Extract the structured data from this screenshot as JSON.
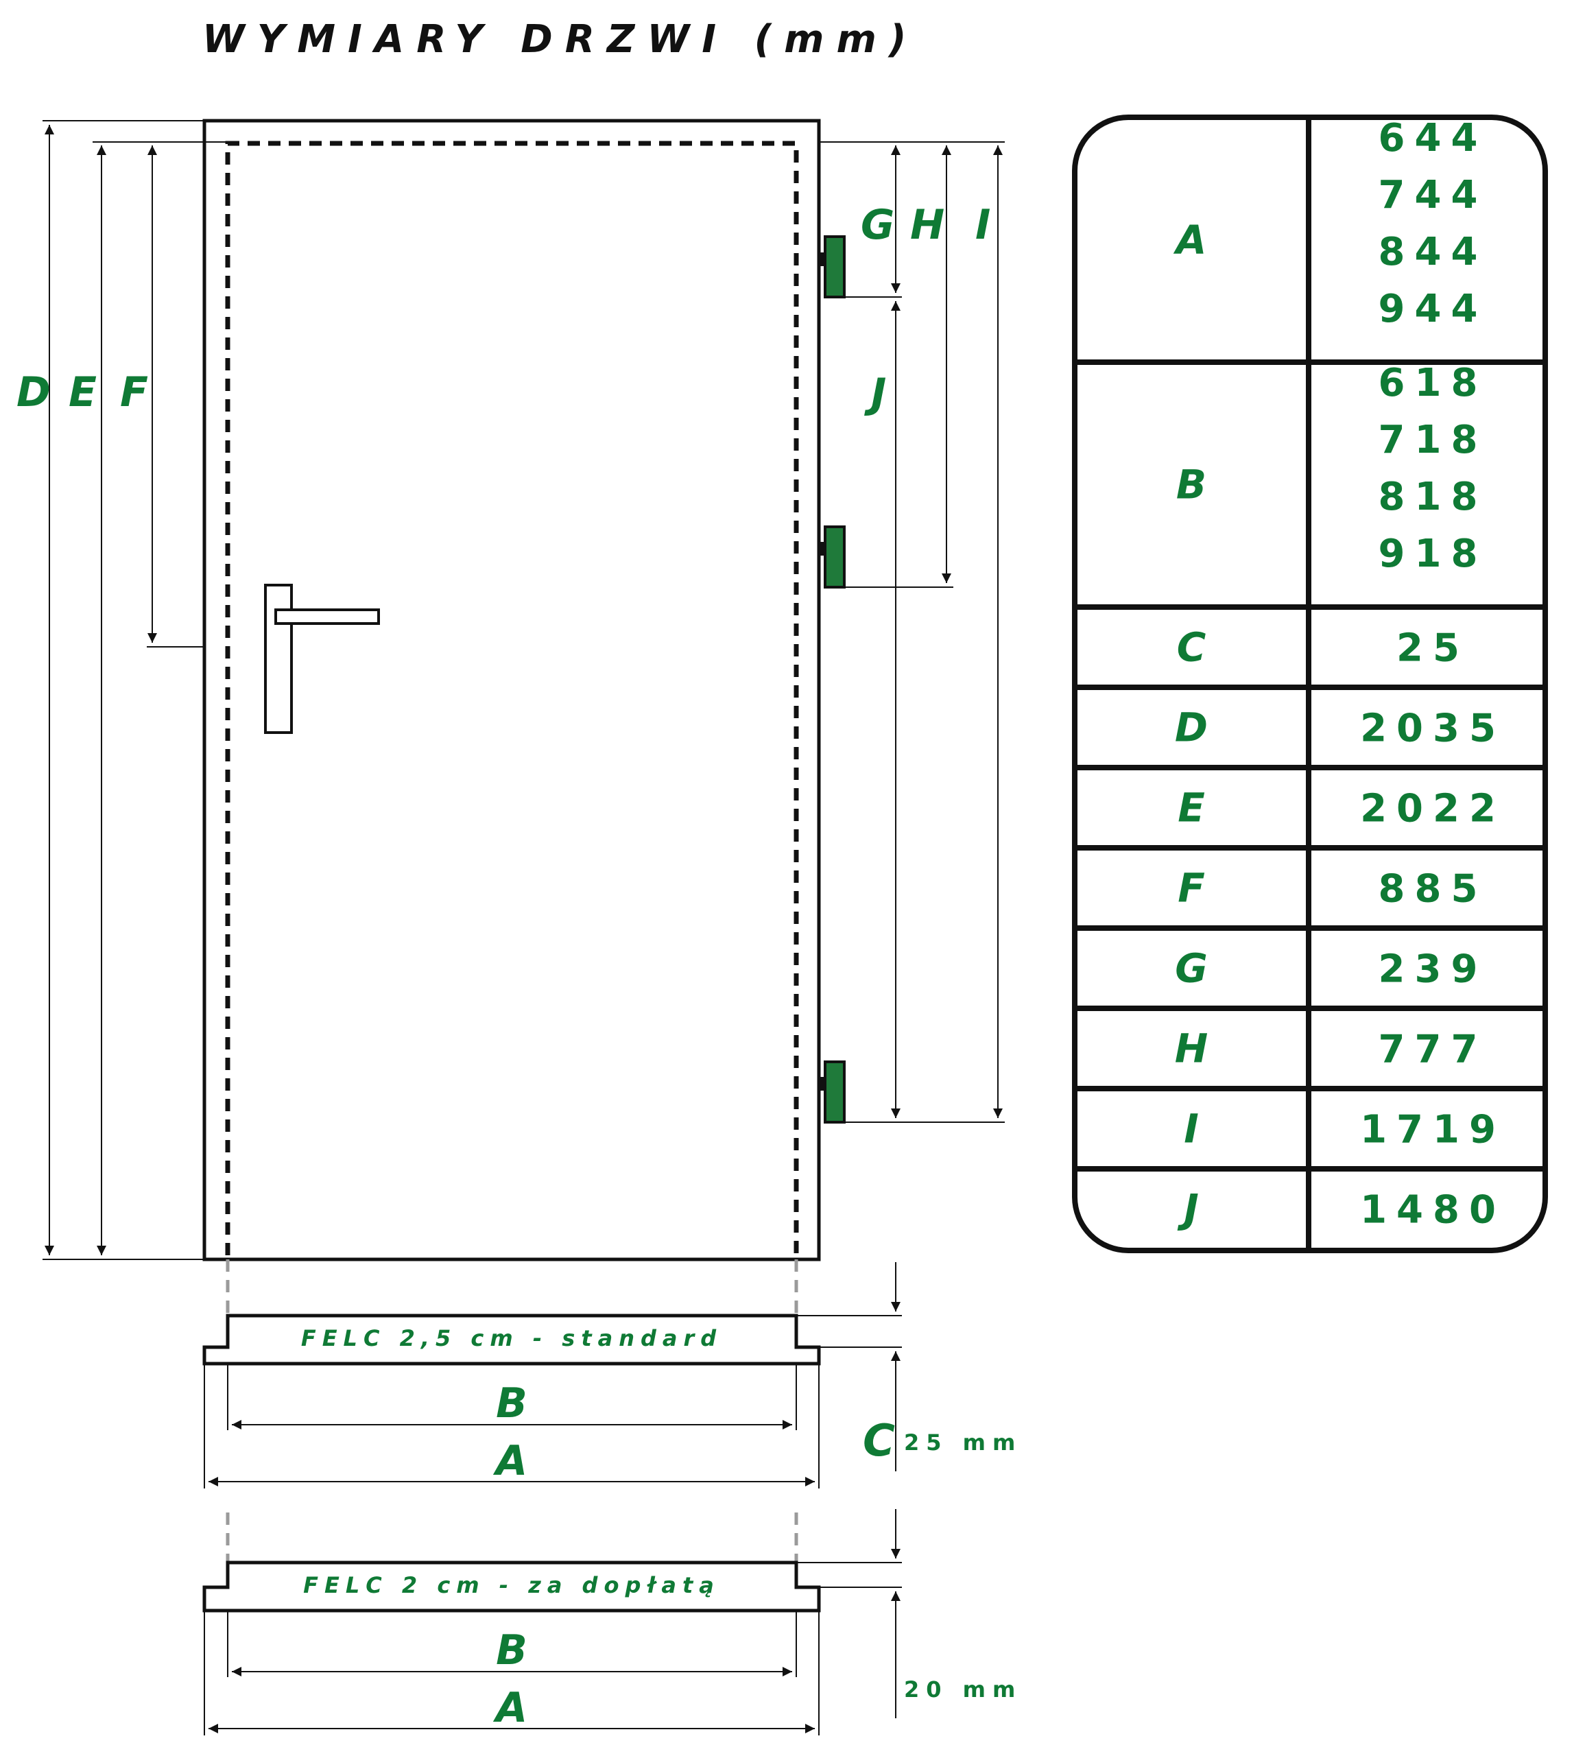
{
  "title": "WYMIARY DRZWI (mm)",
  "labels": {
    "D": "D",
    "E": "E",
    "F": "F",
    "G": "G",
    "H": "H",
    "I": "I",
    "J": "J",
    "B": "B",
    "A": "A",
    "C": "C"
  },
  "rebate_standard": {
    "label": "FELC 2,5 cm - standard",
    "height_text": "25 mm"
  },
  "rebate_extra": {
    "label": "FELC 2 cm - za dopłatą",
    "height_text": "20 mm"
  },
  "colors": {
    "accent": "#0f7a35",
    "hinge": "#1f7a3a",
    "line": "#111111"
  },
  "table": {
    "rows": [
      {
        "key": "A",
        "values": [
          "644",
          "744",
          "844",
          "944"
        ]
      },
      {
        "key": "B",
        "values": [
          "618",
          "718",
          "818",
          "918"
        ]
      },
      {
        "key": "C",
        "values": [
          "25"
        ]
      },
      {
        "key": "D",
        "values": [
          "2035"
        ]
      },
      {
        "key": "E",
        "values": [
          "2022"
        ]
      },
      {
        "key": "F",
        "values": [
          "885"
        ]
      },
      {
        "key": "G",
        "values": [
          "239"
        ]
      },
      {
        "key": "H",
        "values": [
          "777"
        ]
      },
      {
        "key": "I",
        "values": [
          "1719"
        ]
      },
      {
        "key": "J",
        "values": [
          "1480"
        ]
      }
    ]
  }
}
